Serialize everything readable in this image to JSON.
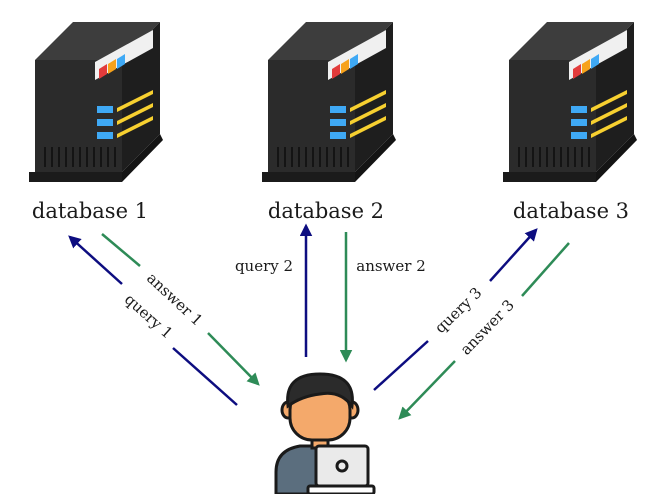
{
  "databases": [
    {
      "label": "database 1"
    },
    {
      "label": "database 2"
    },
    {
      "label": "database 3"
    }
  ],
  "queries": [
    {
      "label": "query 1"
    },
    {
      "label": "query 2"
    },
    {
      "label": "query 3"
    }
  ],
  "answers": [
    {
      "label": "answer 1"
    },
    {
      "label": "answer 2"
    },
    {
      "label": "answer 3"
    }
  ],
  "colors": {
    "query": "#0d0d80",
    "answer": "#2e8b57",
    "server_top": "#3d3d3d",
    "server_front": "#2b2b2b",
    "server_side": "#1e1e1e",
    "led_blue": "#3fa9f5",
    "led_yellow": "#f7d030",
    "skin": "#f4a96b",
    "hair": "#2b2b2b",
    "shirt": "#5b6e7e",
    "laptop": "#eaeaea"
  },
  "icons": {
    "server": "server-rack-icon",
    "user": "user-with-laptop-icon"
  }
}
